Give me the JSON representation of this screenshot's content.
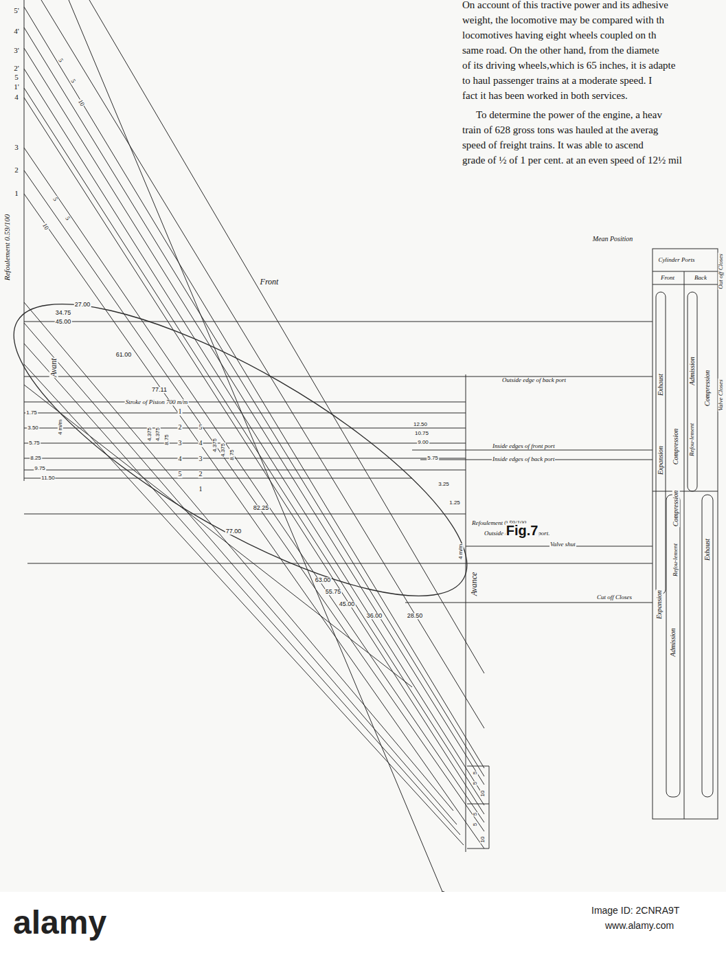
{
  "diagram": {
    "labels": [
      "On account of this tractive power and its adhesive",
      "weight, the locomotive may be compared with th",
      "locomotives having eight wheels coupled on th",
      "same road. On the other hand, from the diamete",
      "of its driving wheels,which is 65 inches, it is adapte",
      "to haul passenger trains at a moderate speed. I",
      "fact it has been worked in both services.",
      "To determine the power of the engine, a heav",
      "train of 628 gross tons was hauled at the averag",
      "speed of freight trains. It was able to ascend",
      "grade of ½ of 1 per cent. at an even speed of 12½ mil",
      "5'",
      "4'",
      "3'",
      "2'",
      "5",
      "1'",
      "4",
      "3",
      "2",
      "1",
      "Refoulement 0.59/100",
      "5",
      "5",
      "10",
      "5",
      "5",
      "10",
      "27.00",
      "34.75",
      "45.00",
      "61.00",
      "77.11",
      "Stroke of Piston 700 m/m",
      "Front",
      "1.75",
      "3.50",
      "5.75",
      "8.25",
      "9.75",
      "11.50",
      "4 m/m",
      "Avant",
      "1",
      "2",
      "3",
      "4",
      "5",
      "5",
      "4",
      "3",
      "2",
      "1",
      "4.375",
      "4.375",
      "8.75",
      "4.375",
      "4.375",
      "8.75",
      "12.50",
      "10.75",
      "9.00",
      "5.75",
      "3.25",
      "1.25",
      "82.25",
      "77.00",
      "63.00",
      "55.75",
      "45.00",
      "36.00",
      "28.50",
      "Refoulement 0.59/100",
      "Outside edge of front port.",
      "Valve shut",
      "4 m/m",
      "Avance",
      "Cut off Closes",
      "Outside edge of back port",
      "Inside edges of front port",
      "Inside edges of back port",
      "Mean Position",
      "Cylinder Ports",
      "Front",
      "Back",
      "Exhaust",
      "Admission",
      "Compression",
      "Refou-lement",
      "Compression",
      "Expansion",
      "Compression",
      "Refou-lement",
      "Expansion",
      "Admission",
      "Exhaust",
      "Out off Closes",
      "Valve Closes",
      "Fig.7",
      "5",
      "5",
      "10",
      "5",
      "5",
      "10",
      "alamy",
      "Image ID: 2CNRA9T",
      "www.alamy.com"
    ]
  }
}
